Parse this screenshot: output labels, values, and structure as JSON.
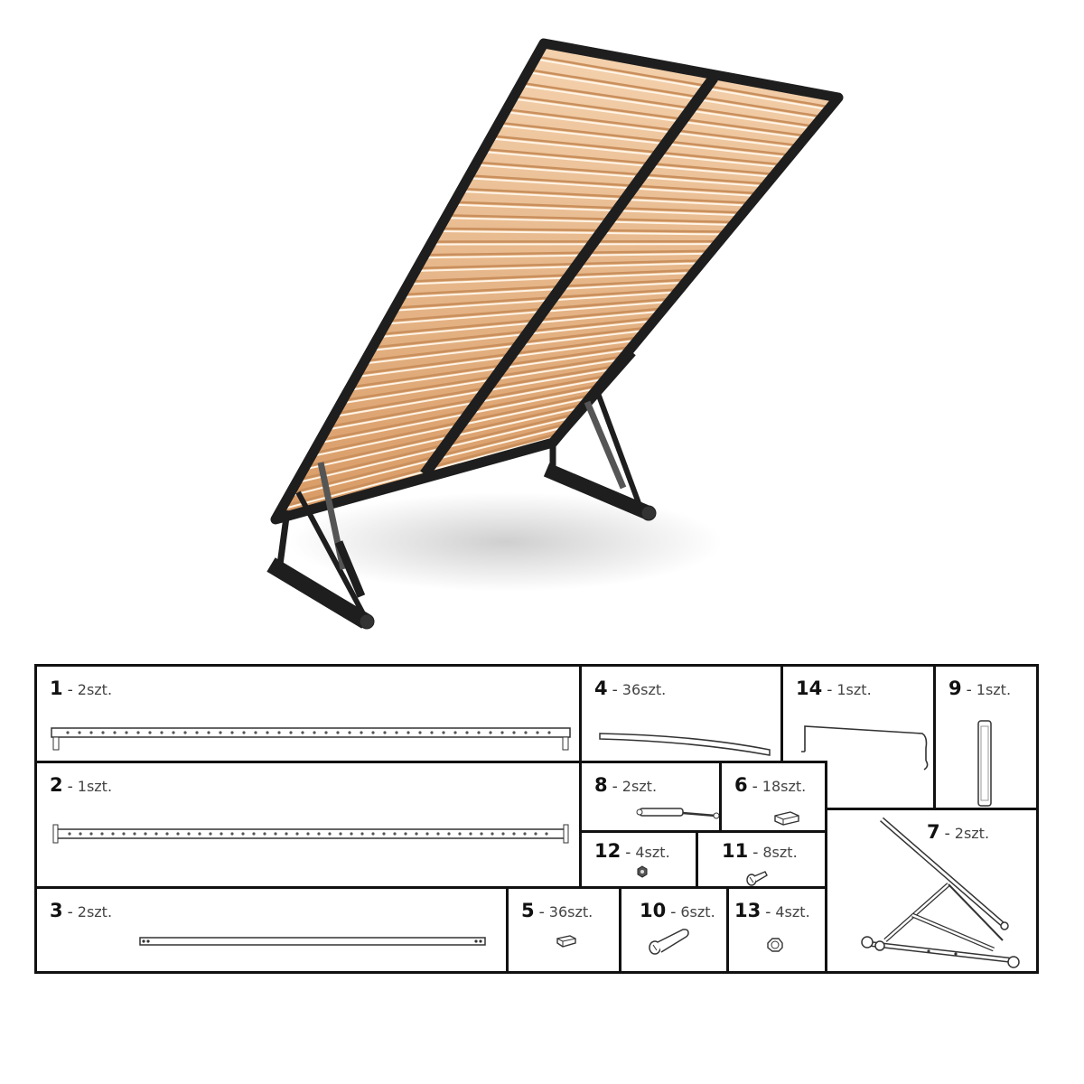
{
  "parts": [
    {
      "number": "1",
      "qty": "2szt.",
      "icon": "side-rail-icon"
    },
    {
      "number": "2",
      "qty": "1szt.",
      "icon": "center-rail-icon"
    },
    {
      "number": "3",
      "qty": "2szt.",
      "icon": "cross-bar-icon"
    },
    {
      "number": "4",
      "qty": "36szt.",
      "icon": "slat-icon"
    },
    {
      "number": "5",
      "qty": "36szt.",
      "icon": "slat-holder-icon"
    },
    {
      "number": "6",
      "qty": "18szt.",
      "icon": "double-slat-holder-icon"
    },
    {
      "number": "7",
      "qty": "2szt.",
      "icon": "lift-mechanism-icon"
    },
    {
      "number": "8",
      "qty": "2szt.",
      "icon": "gas-spring-icon"
    },
    {
      "number": "9",
      "qty": "1szt.",
      "icon": "post-icon"
    },
    {
      "number": "10",
      "qty": "6szt.",
      "icon": "long-bolt-icon"
    },
    {
      "number": "11",
      "qty": "8szt.",
      "icon": "screw-icon"
    },
    {
      "number": "12",
      "qty": "4szt.",
      "icon": "nut-icon"
    },
    {
      "number": "13",
      "qty": "4szt.",
      "icon": "cap-nut-icon"
    },
    {
      "number": "14",
      "qty": "1szt.",
      "icon": "hook-bar-icon"
    }
  ],
  "colors": {
    "frame": "#1e1e1e",
    "slat": "#e8b88a",
    "slat_shadow": "#c98f5c",
    "border": "#111111"
  }
}
